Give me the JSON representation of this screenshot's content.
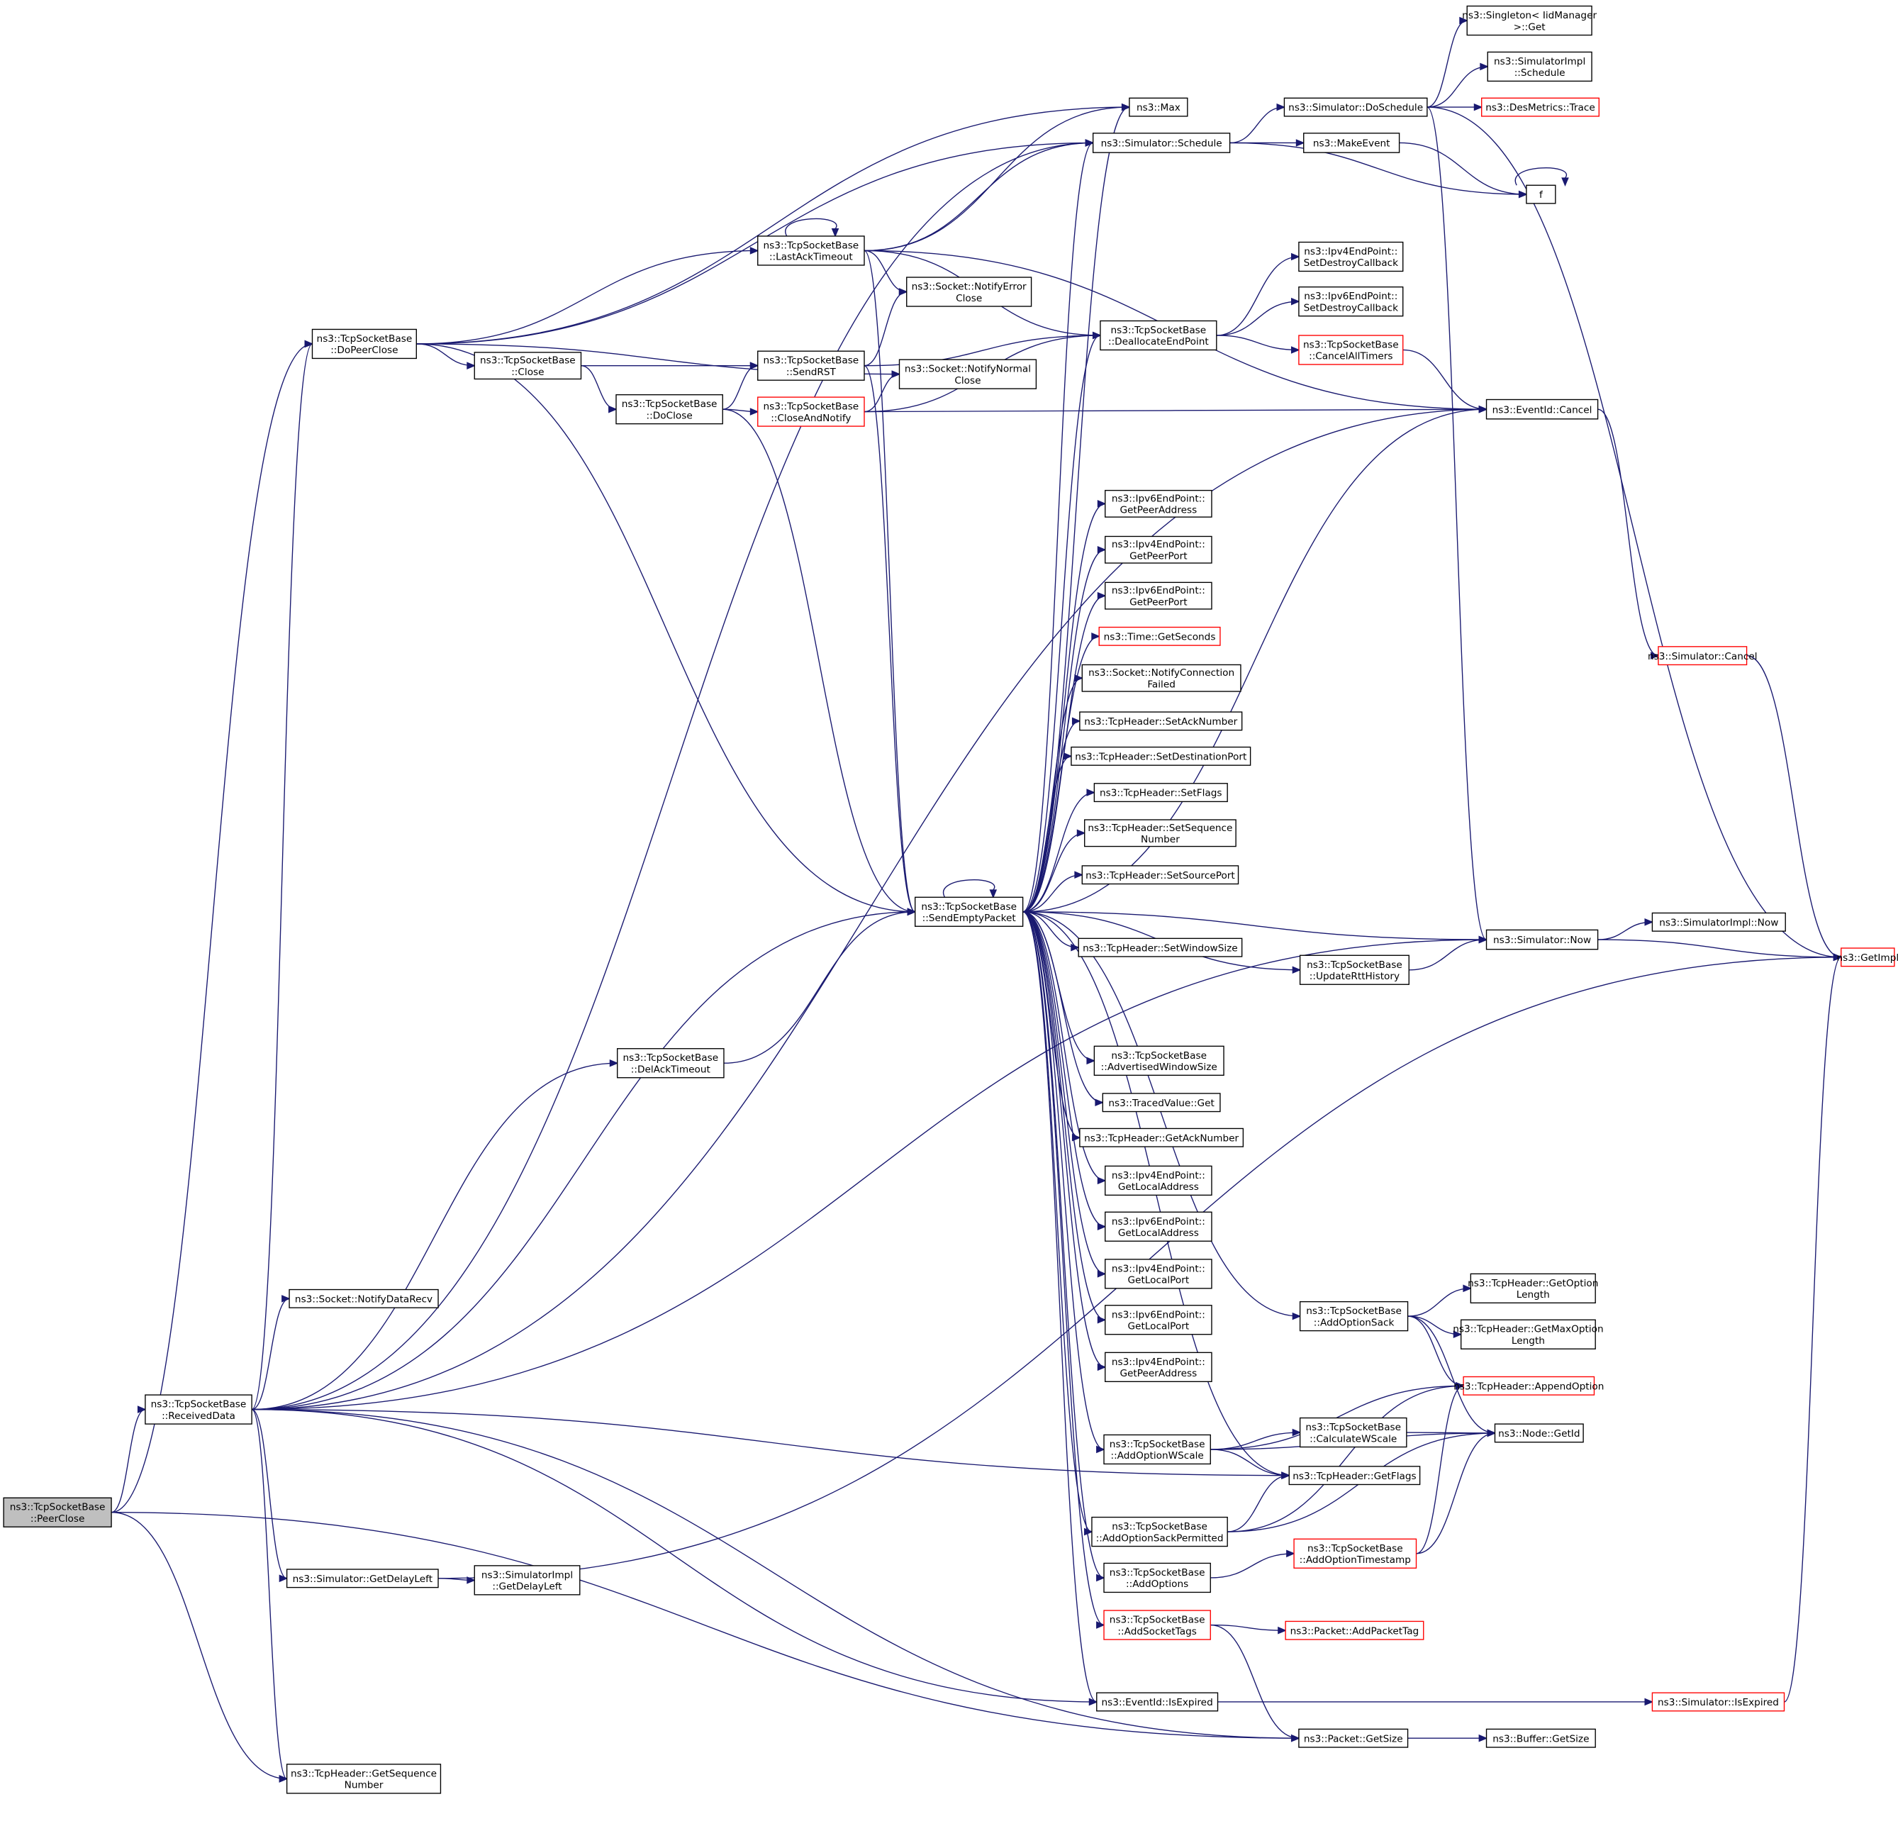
{
  "title": "Call graph: ns3::TcpSocketBase::PeerClose",
  "colors": {
    "edge": "#191970",
    "node_border": "#000000",
    "undocumented_border": "#ff0000",
    "current_fill": "#bfbfbf"
  },
  "nodes": {
    "peerclose": {
      "label": [
        "ns3::TcpSocketBase",
        "::PeerClose"
      ],
      "style": "current"
    },
    "dopeerclose": {
      "label": [
        "ns3::TcpSocketBase",
        "::DoPeerClose"
      ],
      "style": "normal"
    },
    "receiveddata": {
      "label": [
        "ns3::TcpSocketBase",
        "::ReceivedData"
      ],
      "style": "normal"
    },
    "close": {
      "label": [
        "ns3::TcpSocketBase",
        "::Close"
      ],
      "style": "normal"
    },
    "doclose": {
      "label": [
        "ns3::TcpSocketBase",
        "::DoClose"
      ],
      "style": "normal"
    },
    "lastacktimeout": {
      "label": [
        "ns3::TcpSocketBase",
        "::LastAckTimeout"
      ],
      "style": "normal"
    },
    "sendrst": {
      "label": [
        "ns3::TcpSocketBase",
        "::SendRST"
      ],
      "style": "normal"
    },
    "closeandnotify": {
      "label": [
        "ns3::TcpSocketBase",
        "::CloseAndNotify"
      ],
      "style": "red"
    },
    "notifyerrorclose": {
      "label": [
        "ns3::Socket::NotifyError",
        "Close"
      ],
      "style": "normal"
    },
    "notifynormalclose": {
      "label": [
        "ns3::Socket::NotifyNormal",
        "Close"
      ],
      "style": "normal"
    },
    "max": {
      "label": [
        "ns3::Max"
      ],
      "style": "normal"
    },
    "schedule": {
      "label": [
        "ns3::Simulator::Schedule"
      ],
      "style": "normal"
    },
    "doschedule": {
      "label": [
        "ns3::Simulator::DoSchedule"
      ],
      "style": "normal"
    },
    "singletonget": {
      "label": [
        "ns3::Singleton< IidManager",
        ">::Get"
      ],
      "style": "normal"
    },
    "simimplschedule": {
      "label": [
        "ns3::SimulatorImpl",
        "::Schedule"
      ],
      "style": "normal"
    },
    "desmetrics": {
      "label": [
        "ns3::DesMetrics::Trace"
      ],
      "style": "red"
    },
    "makeevent": {
      "label": [
        "ns3::MakeEvent"
      ],
      "style": "normal"
    },
    "f": {
      "label": [
        "f"
      ],
      "style": "normal"
    },
    "deallocateendpoint": {
      "label": [
        "ns3::TcpSocketBase",
        "::DeallocateEndPoint"
      ],
      "style": "normal"
    },
    "ipv4setdestroy": {
      "label": [
        "ns3::Ipv4EndPoint::",
        "SetDestroyCallback"
      ],
      "style": "normal"
    },
    "ipv6setdestroy": {
      "label": [
        "ns3::Ipv6EndPoint::",
        "SetDestroyCallback"
      ],
      "style": "normal"
    },
    "cancelalltimers": {
      "label": [
        "ns3::TcpSocketBase",
        "::CancelAllTimers"
      ],
      "style": "red"
    },
    "eventidcancel": {
      "label": [
        "ns3::EventId::Cancel"
      ],
      "style": "normal"
    },
    "simcancel": {
      "label": [
        "ns3::Simulator::Cancel"
      ],
      "style": "red"
    },
    "getimpl": {
      "label": [
        "ns3::GetImpl"
      ],
      "style": "red"
    },
    "sendemptypacket": {
      "label": [
        "ns3::TcpSocketBase",
        "::SendEmptyPacket"
      ],
      "style": "normal"
    },
    "ipv6getpeeraddress": {
      "label": [
        "ns3::Ipv6EndPoint::",
        "GetPeerAddress"
      ],
      "style": "normal"
    },
    "ipv4getpeerport": {
      "label": [
        "ns3::Ipv4EndPoint::",
        "GetPeerPort"
      ],
      "style": "normal"
    },
    "ipv6getpeerport": {
      "label": [
        "ns3::Ipv6EndPoint::",
        "GetPeerPort"
      ],
      "style": "normal"
    },
    "timegetseconds": {
      "label": [
        "ns3::Time::GetSeconds"
      ],
      "style": "red"
    },
    "notifyconnfailed": {
      "label": [
        "ns3::Socket::NotifyConnection",
        "Failed"
      ],
      "style": "normal"
    },
    "setacknumber": {
      "label": [
        "ns3::TcpHeader::SetAckNumber"
      ],
      "style": "normal"
    },
    "setdestport": {
      "label": [
        "ns3::TcpHeader::SetDestinationPort"
      ],
      "style": "normal"
    },
    "setflags": {
      "label": [
        "ns3::TcpHeader::SetFlags"
      ],
      "style": "normal"
    },
    "setseqnumber": {
      "label": [
        "ns3::TcpHeader::SetSequence",
        "Number"
      ],
      "style": "normal"
    },
    "setsourceport": {
      "label": [
        "ns3::TcpHeader::SetSourcePort"
      ],
      "style": "normal"
    },
    "setwindowsize": {
      "label": [
        "ns3::TcpHeader::SetWindowSize"
      ],
      "style": "normal"
    },
    "updatertthistory": {
      "label": [
        "ns3::TcpSocketBase",
        "::UpdateRttHistory"
      ],
      "style": "normal"
    },
    "simnow": {
      "label": [
        "ns3::Simulator::Now"
      ],
      "style": "normal"
    },
    "simimplnow": {
      "label": [
        "ns3::SimulatorImpl::Now"
      ],
      "style": "normal"
    },
    "advwindowsize": {
      "label": [
        "ns3::TcpSocketBase",
        "::AdvertisedWindowSize"
      ],
      "style": "normal"
    },
    "tracedvalueget": {
      "label": [
        "ns3::TracedValue::Get"
      ],
      "style": "normal"
    },
    "getacknumber": {
      "label": [
        "ns3::TcpHeader::GetAckNumber"
      ],
      "style": "normal"
    },
    "ipv4getlocaladdress": {
      "label": [
        "ns3::Ipv4EndPoint::",
        "GetLocalAddress"
      ],
      "style": "normal"
    },
    "ipv6getlocaladdress": {
      "label": [
        "ns3::Ipv6EndPoint::",
        "GetLocalAddress"
      ],
      "style": "normal"
    },
    "ipv4getlocalport": {
      "label": [
        "ns3::Ipv4EndPoint::",
        "GetLocalPort"
      ],
      "style": "normal"
    },
    "ipv6getlocalport": {
      "label": [
        "ns3::Ipv6EndPoint::",
        "GetLocalPort"
      ],
      "style": "normal"
    },
    "ipv4getpeeraddress": {
      "label": [
        "ns3::Ipv4EndPoint::",
        "GetPeerAddress"
      ],
      "style": "normal"
    },
    "addoptionsack": {
      "label": [
        "ns3::TcpSocketBase",
        "::AddOptionSack"
      ],
      "style": "normal"
    },
    "getoptionlength": {
      "label": [
        "ns3::TcpHeader::GetOption",
        "Length"
      ],
      "style": "normal"
    },
    "getmaxoptionlength": {
      "label": [
        "ns3::TcpHeader::GetMaxOption",
        "Length"
      ],
      "style": "normal"
    },
    "appendoption": {
      "label": [
        "ns3::TcpHeader::AppendOption"
      ],
      "style": "red"
    },
    "addoptionwscale": {
      "label": [
        "ns3::TcpSocketBase",
        "::AddOptionWScale"
      ],
      "style": "normal"
    },
    "calculatewscale": {
      "label": [
        "ns3::TcpSocketBase",
        "::CalculateWScale"
      ],
      "style": "normal"
    },
    "nodegetid": {
      "label": [
        "ns3::Node::GetId"
      ],
      "style": "normal"
    },
    "getflags": {
      "label": [
        "ns3::TcpHeader::GetFlags"
      ],
      "style": "normal"
    },
    "addoptionsackpermitted": {
      "label": [
        "ns3::TcpSocketBase",
        "::AddOptionSackPermitted"
      ],
      "style": "normal"
    },
    "addoptiontimestamp": {
      "label": [
        "ns3::TcpSocketBase",
        "::AddOptionTimestamp"
      ],
      "style": "red"
    },
    "addoptions": {
      "label": [
        "ns3::TcpSocketBase",
        "::AddOptions"
      ],
      "style": "normal"
    },
    "addsockettags": {
      "label": [
        "ns3::TcpSocketBase",
        "::AddSocketTags"
      ],
      "style": "red"
    },
    "addpackettag": {
      "label": [
        "ns3::Packet::AddPacketTag"
      ],
      "style": "red"
    },
    "eventidisexpired": {
      "label": [
        "ns3::EventId::IsExpired"
      ],
      "style": "normal"
    },
    "simisexpired": {
      "label": [
        "ns3::Simulator::IsExpired"
      ],
      "style": "red"
    },
    "packetgetsize": {
      "label": [
        "ns3::Packet::GetSize"
      ],
      "style": "normal"
    },
    "buffergetsize": {
      "label": [
        "ns3::Buffer::GetSize"
      ],
      "style": "normal"
    },
    "notifydatarecv": {
      "label": [
        "ns3::Socket::NotifyDataRecv"
      ],
      "style": "normal"
    },
    "delacktimeout": {
      "label": [
        "ns3::TcpSocketBase",
        "::DelAckTimeout"
      ],
      "style": "normal"
    },
    "getdelayleft": {
      "label": [
        "ns3::Simulator::GetDelayLeft"
      ],
      "style": "normal"
    },
    "simimplgetdelayleft": {
      "label": [
        "ns3::SimulatorImpl",
        "::GetDelayLeft"
      ],
      "style": "normal"
    },
    "getsequencenumber": {
      "label": [
        "ns3::TcpHeader::GetSequence",
        "Number"
      ],
      "style": "normal"
    }
  },
  "edges": [
    [
      "peerclose",
      "dopeerclose"
    ],
    [
      "peerclose",
      "receiveddata"
    ],
    [
      "peerclose",
      "getsequencenumber"
    ],
    [
      "peerclose",
      "packetgetsize"
    ],
    [
      "dopeerclose",
      "max"
    ],
    [
      "dopeerclose",
      "schedule"
    ],
    [
      "dopeerclose",
      "lastacktimeout"
    ],
    [
      "dopeerclose",
      "notifynormalclose"
    ],
    [
      "dopeerclose",
      "close"
    ],
    [
      "dopeerclose",
      "sendemptypacket"
    ],
    [
      "receiveddata",
      "dopeerclose"
    ],
    [
      "receiveddata",
      "notifydatarecv"
    ],
    [
      "receiveddata",
      "delacktimeout"
    ],
    [
      "receiveddata",
      "sendemptypacket"
    ],
    [
      "receiveddata",
      "simnow"
    ],
    [
      "receiveddata",
      "getflags"
    ],
    [
      "receiveddata",
      "getdelayleft"
    ],
    [
      "receiveddata",
      "getsequencenumber"
    ],
    [
      "receiveddata",
      "eventidisexpired"
    ],
    [
      "receiveddata",
      "packetgetsize"
    ],
    [
      "receiveddata",
      "schedule"
    ],
    [
      "receiveddata",
      "eventidcancel"
    ],
    [
      "close",
      "sendrst"
    ],
    [
      "close",
      "doclose"
    ],
    [
      "doclose",
      "sendrst"
    ],
    [
      "doclose",
      "closeandnotify"
    ],
    [
      "doclose",
      "sendemptypacket"
    ],
    [
      "lastacktimeout",
      "lastacktimeout"
    ],
    [
      "lastacktimeout",
      "max"
    ],
    [
      "lastacktimeout",
      "schedule"
    ],
    [
      "lastacktimeout",
      "notifyerrorclose"
    ],
    [
      "lastacktimeout",
      "deallocateendpoint"
    ],
    [
      "lastacktimeout",
      "eventidcancel"
    ],
    [
      "lastacktimeout",
      "sendemptypacket"
    ],
    [
      "sendrst",
      "notifyerrorclose"
    ],
    [
      "sendrst",
      "deallocateendpoint"
    ],
    [
      "sendrst",
      "sendemptypacket"
    ],
    [
      "closeandnotify",
      "notifynormalclose"
    ],
    [
      "closeandnotify",
      "deallocateendpoint"
    ],
    [
      "closeandnotify",
      "eventidcancel"
    ],
    [
      "schedule",
      "doschedule"
    ],
    [
      "schedule",
      "makeevent"
    ],
    [
      "schedule",
      "f"
    ],
    [
      "doschedule",
      "singletonget"
    ],
    [
      "doschedule",
      "simimplschedule"
    ],
    [
      "doschedule",
      "desmetrics"
    ],
    [
      "doschedule",
      "getimpl"
    ],
    [
      "doschedule",
      "simnow"
    ],
    [
      "makeevent",
      "f"
    ],
    [
      "f",
      "f"
    ],
    [
      "deallocateendpoint",
      "ipv4setdestroy"
    ],
    [
      "deallocateendpoint",
      "ipv6setdestroy"
    ],
    [
      "deallocateendpoint",
      "cancelalltimers"
    ],
    [
      "cancelalltimers",
      "eventidcancel"
    ],
    [
      "eventidcancel",
      "simcancel"
    ],
    [
      "simcancel",
      "getimpl"
    ],
    [
      "sendemptypacket",
      "sendemptypacket"
    ],
    [
      "sendemptypacket",
      "max"
    ],
    [
      "sendemptypacket",
      "schedule"
    ],
    [
      "sendemptypacket",
      "deallocateendpoint"
    ],
    [
      "sendemptypacket",
      "eventidcancel"
    ],
    [
      "sendemptypacket",
      "ipv6getpeeraddress"
    ],
    [
      "sendemptypacket",
      "ipv4getpeerport"
    ],
    [
      "sendemptypacket",
      "ipv6getpeerport"
    ],
    [
      "sendemptypacket",
      "timegetseconds"
    ],
    [
      "sendemptypacket",
      "notifyconnfailed"
    ],
    [
      "sendemptypacket",
      "setacknumber"
    ],
    [
      "sendemptypacket",
      "setdestport"
    ],
    [
      "sendemptypacket",
      "setflags"
    ],
    [
      "sendemptypacket",
      "setseqnumber"
    ],
    [
      "sendemptypacket",
      "setsourceport"
    ],
    [
      "sendemptypacket",
      "setwindowsize"
    ],
    [
      "sendemptypacket",
      "simnow"
    ],
    [
      "sendemptypacket",
      "updatertthistory"
    ],
    [
      "sendemptypacket",
      "addoptionsack"
    ],
    [
      "sendemptypacket",
      "advwindowsize"
    ],
    [
      "sendemptypacket",
      "tracedvalueget"
    ],
    [
      "sendemptypacket",
      "getacknumber"
    ],
    [
      "sendemptypacket",
      "ipv4getlocaladdress"
    ],
    [
      "sendemptypacket",
      "ipv6getlocaladdress"
    ],
    [
      "sendemptypacket",
      "ipv4getlocalport"
    ],
    [
      "sendemptypacket",
      "ipv6getlocalport"
    ],
    [
      "sendemptypacket",
      "ipv4getpeeraddress"
    ],
    [
      "sendemptypacket",
      "addoptionwscale"
    ],
    [
      "sendemptypacket",
      "getflags"
    ],
    [
      "sendemptypacket",
      "addoptionsackpermitted"
    ],
    [
      "sendemptypacket",
      "addoptions"
    ],
    [
      "sendemptypacket",
      "addsockettags"
    ],
    [
      "sendemptypacket",
      "eventidisexpired"
    ],
    [
      "updatertthistory",
      "simnow"
    ],
    [
      "simnow",
      "simimplnow"
    ],
    [
      "simnow",
      "getimpl"
    ],
    [
      "addoptionsack",
      "getoptionlength"
    ],
    [
      "addoptionsack",
      "getmaxoptionlength"
    ],
    [
      "addoptionsack",
      "appendoption"
    ],
    [
      "addoptionsack",
      "nodegetid"
    ],
    [
      "addoptionwscale",
      "calculatewscale"
    ],
    [
      "addoptionwscale",
      "appendoption"
    ],
    [
      "addoptionwscale",
      "nodegetid"
    ],
    [
      "addoptionwscale",
      "getflags"
    ],
    [
      "calculatewscale",
      "nodegetid"
    ],
    [
      "addoptionsackpermitted",
      "getflags"
    ],
    [
      "addoptionsackpermitted",
      "appendoption"
    ],
    [
      "addoptionsackpermitted",
      "nodegetid"
    ],
    [
      "addoptions",
      "addoptiontimestamp"
    ],
    [
      "addoptiontimestamp",
      "appendoption"
    ],
    [
      "addoptiontimestamp",
      "nodegetid"
    ],
    [
      "addsockettags",
      "addpackettag"
    ],
    [
      "addsockettags",
      "packetgetsize"
    ],
    [
      "eventidisexpired",
      "simisexpired"
    ],
    [
      "simisexpired",
      "getimpl"
    ],
    [
      "packetgetsize",
      "buffergetsize"
    ],
    [
      "delacktimeout",
      "sendemptypacket"
    ],
    [
      "getdelayleft",
      "simimplgetdelayleft"
    ],
    [
      "getdelayleft",
      "getimpl"
    ]
  ]
}
